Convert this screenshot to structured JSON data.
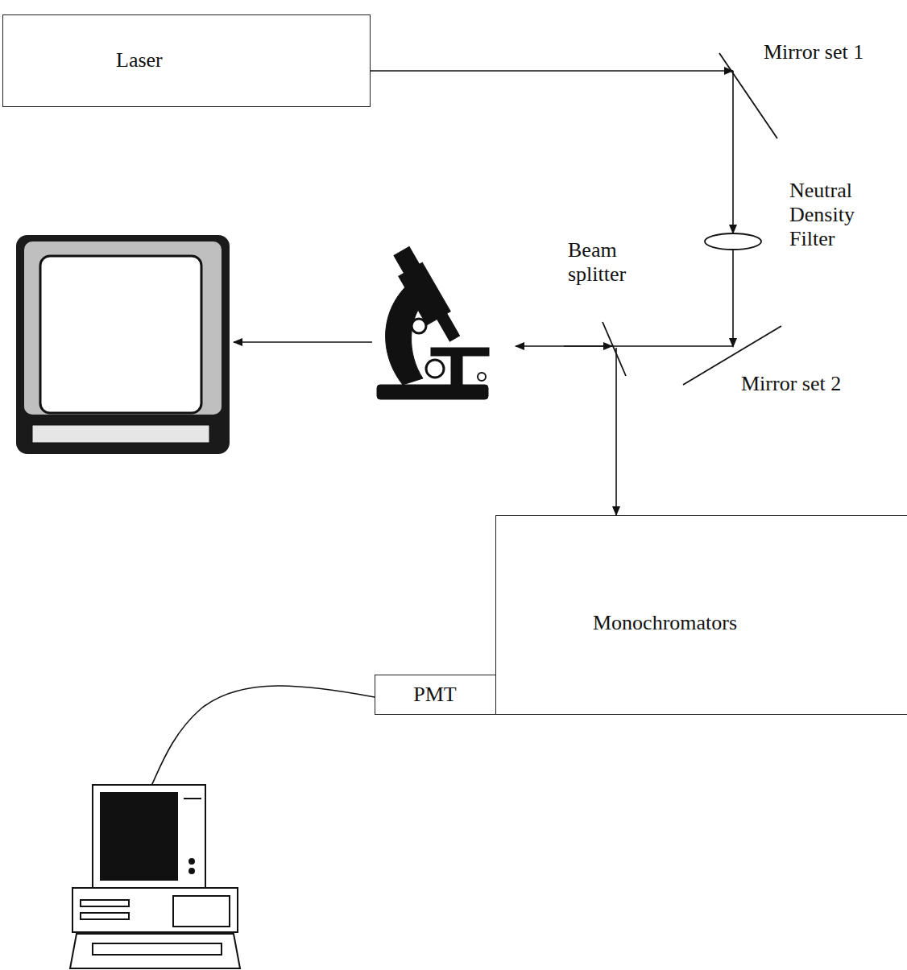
{
  "diagram": {
    "nodes": [
      {
        "text": [
          "Laser"
        ]
      },
      {
        "text": [
          "Monochromators"
        ]
      },
      {
        "text": [
          "PMT"
        ]
      }
    ],
    "labels": [
      "Mirror set 1",
      "Neutral Density Filter",
      "Beam splitter",
      "Mirror set 2"
    ]
  }
}
